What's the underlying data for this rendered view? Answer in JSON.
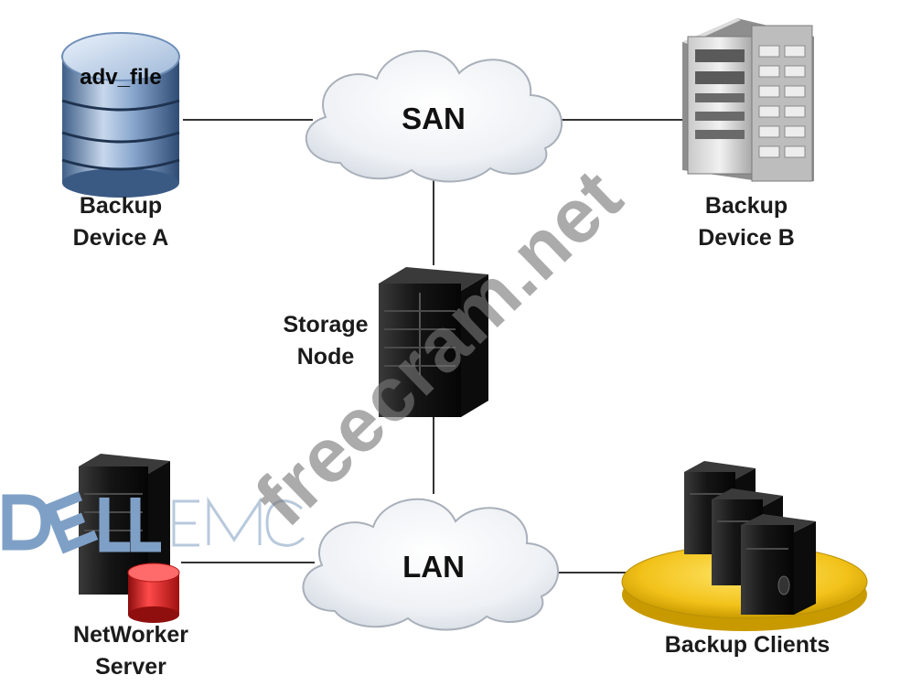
{
  "nodes": {
    "san": {
      "label": "SAN"
    },
    "lan": {
      "label": "LAN"
    },
    "device_a": {
      "drum_label": "adv_file",
      "label_line1": "Backup",
      "label_line2": "Device A"
    },
    "device_b": {
      "label_line1": "Backup",
      "label_line2": "Device B"
    },
    "storage_node": {
      "label_line1": "Storage",
      "label_line2": "Node"
    },
    "networker": {
      "label_line1": "NetWorker",
      "label_line2": "Server"
    },
    "clients": {
      "label": "Backup Clients"
    }
  },
  "edges": [
    {
      "from": "Backup Device A",
      "to": "SAN"
    },
    {
      "from": "SAN",
      "to": "Backup Device B"
    },
    {
      "from": "SAN",
      "to": "Storage Node"
    },
    {
      "from": "Storage Node",
      "to": "LAN"
    },
    {
      "from": "NetWorker Server",
      "to": "LAN"
    },
    {
      "from": "LAN",
      "to": "Backup Clients"
    }
  ],
  "overlays": {
    "logo_text": "DELLEMC",
    "watermark": "freecram.net"
  },
  "colors": {
    "cloud_fill": "#eef1f5",
    "cloud_stroke": "#a9b0ba",
    "drum_blue": "#6f93c4",
    "clients_base": "#f2c21a",
    "server_dark": "#151515",
    "red_disk": "#d42020",
    "logo": "#7fa0c6",
    "line": "#333333"
  }
}
